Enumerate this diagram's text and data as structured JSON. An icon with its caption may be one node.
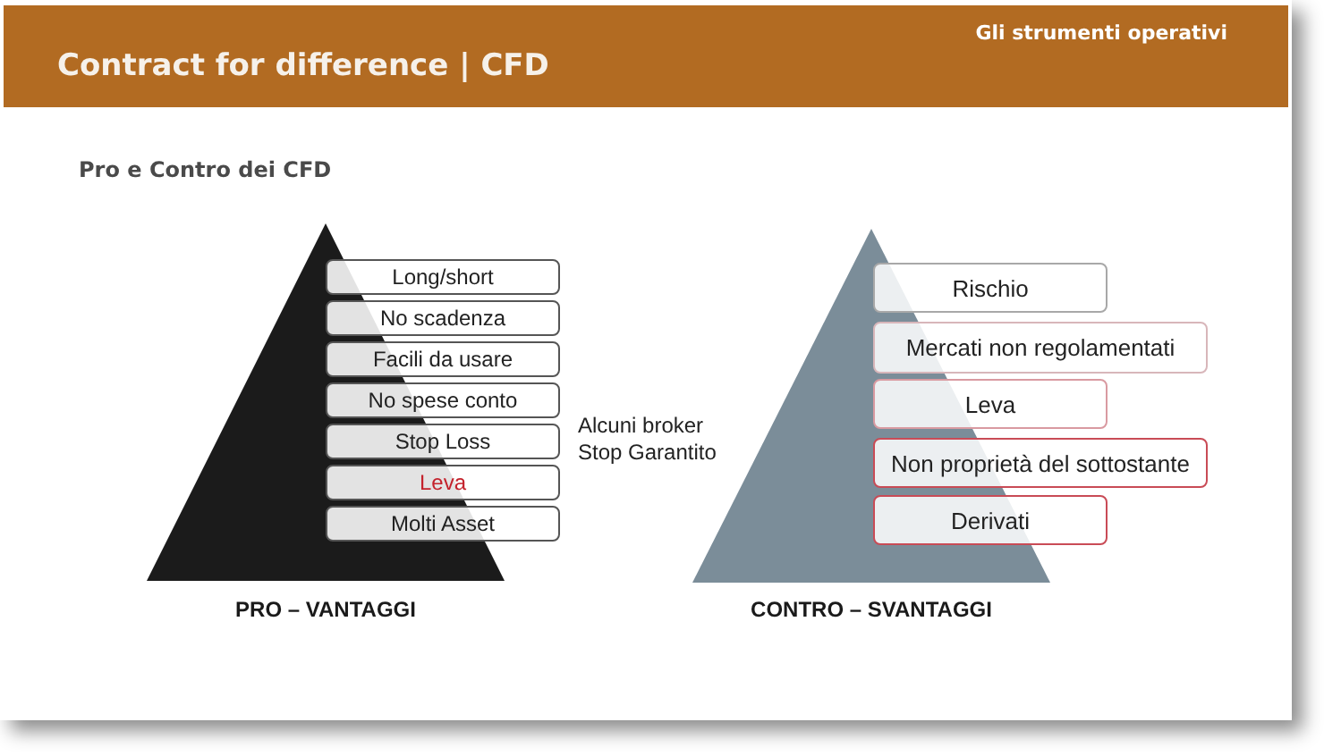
{
  "diagram": {
    "title": "Contract for difference | CFD",
    "nodes": [
      {
        "text": [
          "PRO – VANTAGGI"
        ]
      },
      {
        "text": [
          "Long/short"
        ]
      },
      {
        "text": [
          "No scadenza"
        ]
      },
      {
        "text": [
          "Facili da usare"
        ]
      },
      {
        "text": [
          "No spese conto"
        ]
      },
      {
        "text": [
          "Stop Loss"
        ]
      },
      {
        "text": [
          "Leva"
        ]
      },
      {
        "text": [
          "Molti Asset"
        ]
      },
      {
        "text": [
          "CONTRO – SVANTAGGI"
        ]
      },
      {
        "text": [
          "Rischio"
        ]
      },
      {
        "text": [
          "Mercati non regolamentati"
        ]
      },
      {
        "text": [
          "Leva"
        ]
      },
      {
        "text": [
          "Non proprietà del sottostante"
        ]
      },
      {
        "text": [
          "Derivati"
        ]
      }
    ],
    "labels": [
      "Gli strumenti operativi",
      "Pro e Contro dei CFD",
      "Alcuni broker Stop Garantito"
    ]
  }
}
